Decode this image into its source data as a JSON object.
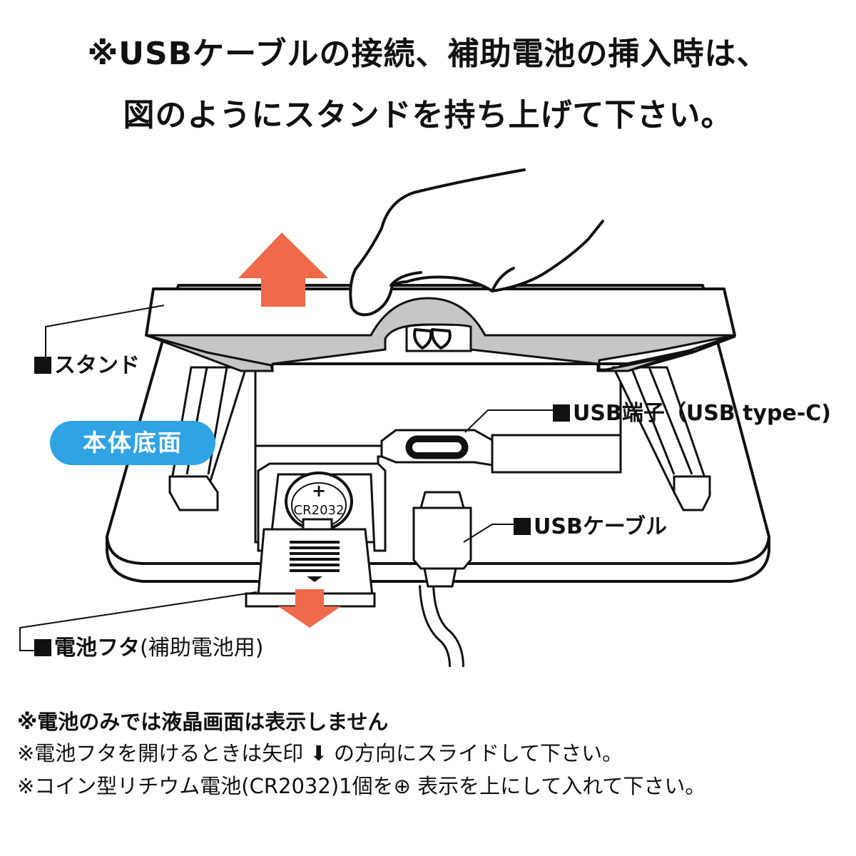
{
  "title": {
    "line1": "※USBケーブルの接続、補助電池の挿入時は、",
    "line2": "図のようにスタンドを持ち上げて下さい。"
  },
  "labels": {
    "stand": "スタンド",
    "usb_port": "USB端子（USB type-C)",
    "usb_cable": "USBケーブル",
    "battery_lid": "電池フタ",
    "battery_lid_note": "(補助電池用)"
  },
  "badge": "本体底面",
  "battery": {
    "symbol": "+",
    "model": "CR2032"
  },
  "notes": [
    "※電池のみでは液晶画面は表示しません",
    "※電池フタを開けるときは矢印 ⬇ の方向にスライドして下さい。",
    "※コイン型リチウム電池(CR2032)1個を⊕ 表示を上にして入れて下さい。"
  ],
  "colors": {
    "arrow": "#ee6a4a",
    "badge": "#2fa3e4",
    "stand_inner": "#c6c6c6",
    "line": "#111111"
  }
}
